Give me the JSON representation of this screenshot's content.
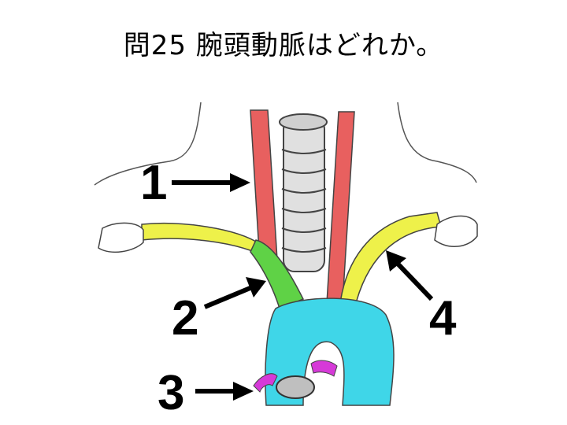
{
  "title": "問25 腕頭動脈はどれか。",
  "labels": [
    "1",
    "2",
    "3",
    "4"
  ],
  "colors": {
    "carotid_red": "#e8605f",
    "subclavian_yellow": "#eef14a",
    "brachiocephalic_green": "#5fd246",
    "aorta_cyan": "#3fd6e8",
    "vessel_magenta": "#d63ad8",
    "trachea_gray": "#e0e0e0"
  }
}
